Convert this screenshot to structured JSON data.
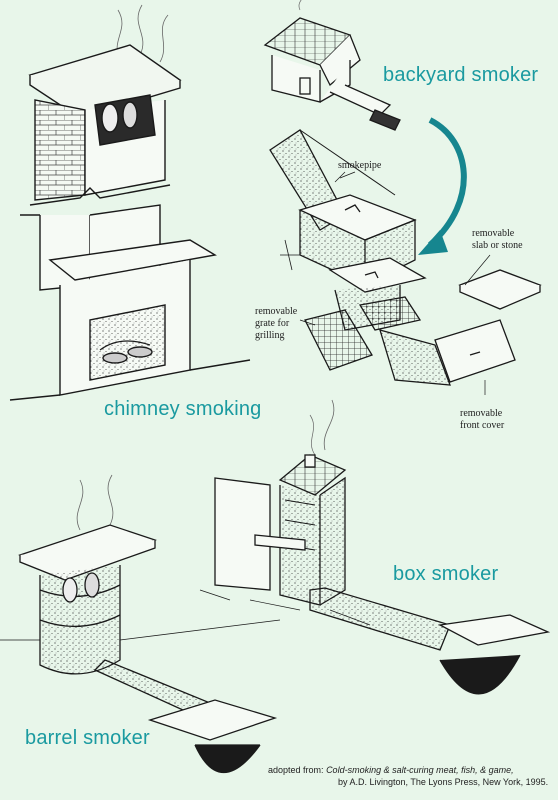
{
  "labels": {
    "backyard": "backyard smoker",
    "chimney": "chimney smoking",
    "box": "box smoker",
    "barrel": "barrel smoker",
    "smokepipe": "smokepipe",
    "slab": [
      "removable",
      "slab or stone"
    ],
    "grate": [
      "removable",
      "grate for",
      "grilling"
    ],
    "front_cover": [
      "removable",
      "front cover"
    ]
  },
  "credit": {
    "prefix": "adopted from:",
    "title": "Cold-smoking & salt-curing meat, fish, & game,",
    "line2": "by A.D. Livington, The Lyons Press, New York, 1995."
  },
  "colors": {
    "background": "#e8f6ea",
    "label_teal": "#1a9aa0",
    "arrow_teal": "#16868f",
    "ink": "#1a1a1a"
  }
}
